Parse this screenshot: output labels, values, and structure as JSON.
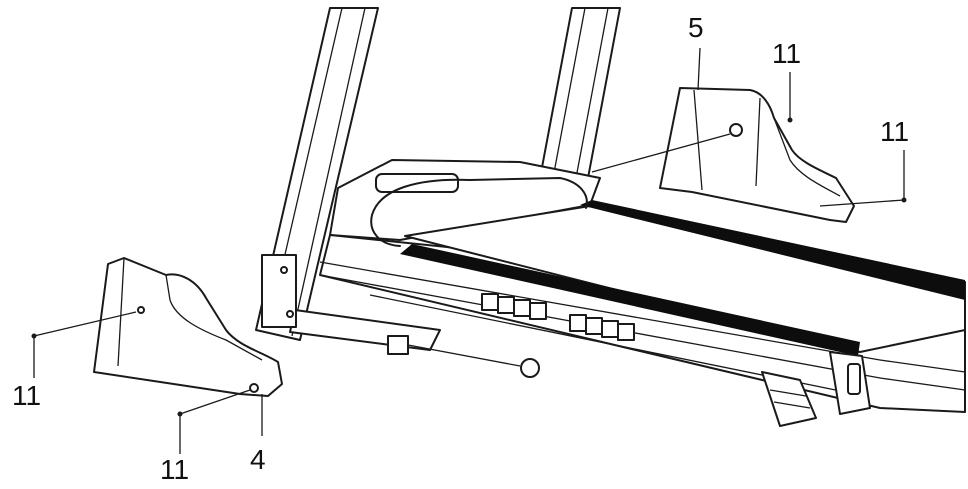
{
  "callouts": {
    "part_5": "5",
    "part_4": "4",
    "screw_11_a": "11",
    "screw_11_b": "11",
    "screw_11_c": "11",
    "screw_11_d": "11"
  },
  "colors": {
    "line": "#1a1a1a",
    "belt": "#0d0d0d",
    "background": "#ffffff"
  }
}
